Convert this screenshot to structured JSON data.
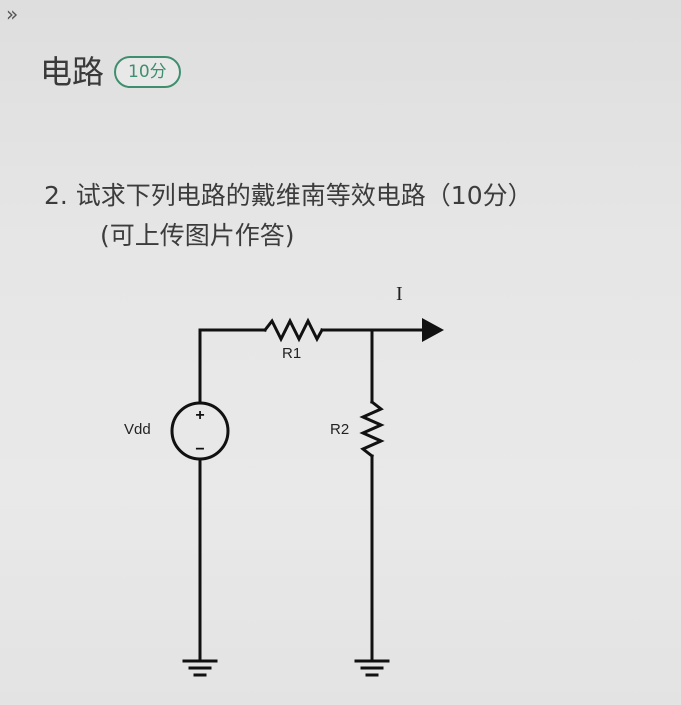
{
  "nav": {
    "expand_glyph": "»"
  },
  "header": {
    "title": "电路",
    "score": "10分"
  },
  "question": {
    "line1": "2. 试求下列电路的戴维南等效电路（10分）",
    "line2": "(可上传图片作答)"
  },
  "circuit": {
    "source_label": "Vdd",
    "plus_sign": "+",
    "minus_sign": "−",
    "r1_label": "R1",
    "r2_label": "R2",
    "current_label": "I"
  }
}
